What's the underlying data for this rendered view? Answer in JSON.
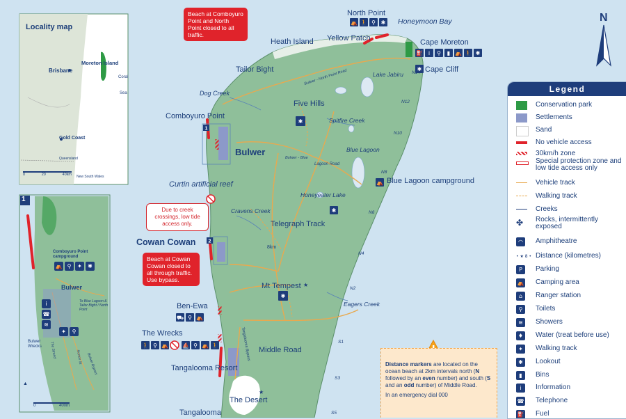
{
  "places": {
    "north_point": "North Point",
    "honeymoon_bay": "Honeymoon Bay",
    "heath_island": "Heath Island",
    "yellow_patch": "Yellow Patch",
    "cape_moreton": "Cape Moreton",
    "cape_cliff": "Cape Cliff",
    "tailor_bight": "Tailor Bight",
    "dog_creek": "Dog Creek",
    "lake_jabiru": "Lake Jabiru",
    "five_hills": "Five Hills",
    "spitfire_creek": "Spitfire Creek",
    "comboyuro_point": "Comboyuro Point",
    "bulwer": "Bulwer",
    "blue_lagoon": "Blue Lagoon",
    "lagoon_road": "Lagoon Road",
    "bulwer_north_point_road": "Bulwer - North Point Road",
    "bulwer_blue": "Bulwer - Blue",
    "blue_lagoon_campground": "Blue Lagoon campground",
    "curtin_artificial_reef": "Curtin artificial reef",
    "honeyeater_lake": "Honeyeater Lake",
    "cravens_creek": "Cravens Creek",
    "telegraph_track": "Telegraph Track",
    "cowan_cowan": "Cowan Cowan",
    "mt_tempest": "Mt Tempest",
    "ben_ewa": "Ben-Ewa",
    "eagers_creek": "Eagers Creek",
    "the_wrecks": "The Wrecks",
    "middle_road": "Middle Road",
    "tangalooma_resort": "Tangalooma Resort",
    "tangalooma_bypass": "Tangalooma Bypass",
    "the_desert": "The Desert",
    "tangalooma": "Tangalooma",
    "km_8": "8km",
    "markers": [
      "N14",
      "N12",
      "N10",
      "N8",
      "N6",
      "N4",
      "N2",
      "S1",
      "S3",
      "S5"
    ]
  },
  "warnings": {
    "comboyuro": "Beach at Comboyuro Point and North Point closed to all traffic.",
    "creek": "Due to creek crossings, low tide access only.",
    "cowan": "Beach at Cowan Cowan closed to all through traffic. Use bypass."
  },
  "locality": {
    "title": "Locality map",
    "moreton_island": "Moreton Island",
    "brisbane": "Brisbane",
    "gold_coast": "Gold Coast",
    "coral_sea": "Coral",
    "sea": "Sea",
    "queensland": "Queensland",
    "nsw": "New South Wales",
    "scale": [
      "0",
      "20",
      "40km"
    ]
  },
  "inset": {
    "number": "1",
    "marker_1": "1",
    "marker_2": "2",
    "campground": "Comboyuro Point campground",
    "bulwer": "Bulwer",
    "to_blue_lagoon": "To Blue Lagoon & Tailor Bight / North Point",
    "bulwer_wrecks": "Bulwer Wrecks",
    "the_strand": "The Strand",
    "bulwer_bypass": "Bulwer Bypass",
    "norton_st": "Norton St",
    "scale": [
      "0",
      "400m"
    ]
  },
  "north_label": "N",
  "legend": {
    "title": "Legend",
    "items": [
      {
        "label": "Conservation park",
        "symbol": "green-fill"
      },
      {
        "label": "Settlements",
        "symbol": "purple-fill"
      },
      {
        "label": "Sand",
        "symbol": "white-fill"
      },
      {
        "label": "No vehicle access",
        "symbol": "red-line"
      },
      {
        "label": "30km/h zone",
        "symbol": "hatch-line"
      },
      {
        "label": "Special protection zone and low tide access only",
        "symbol": "outline-line"
      },
      {
        "label": "Vehicle track",
        "symbol": "orange-line"
      },
      {
        "label": "Walking track",
        "symbol": "orange-dash"
      },
      {
        "label": "Creeks",
        "symbol": "blue-line"
      },
      {
        "label": "Rocks, intermittently exposed",
        "symbol": "rocks"
      },
      {
        "label": "Amphitheatre",
        "symbol": "amphitheatre-icon"
      },
      {
        "label": "Distance (kilometres)",
        "symbol": "distance-icon"
      },
      {
        "label": "Parking",
        "symbol": "parking-icon"
      },
      {
        "label": "Camping area",
        "symbol": "camping-icon"
      },
      {
        "label": "Ranger station",
        "symbol": "ranger-icon"
      },
      {
        "label": "Toilets",
        "symbol": "toilets-icon"
      },
      {
        "label": "Showers",
        "symbol": "showers-icon"
      },
      {
        "label": "Water (treat before use)",
        "symbol": "water-icon"
      },
      {
        "label": "Walking track",
        "symbol": "walking-icon"
      },
      {
        "label": "Lookout",
        "symbol": "lookout-icon"
      },
      {
        "label": "Bins",
        "symbol": "bins-icon"
      },
      {
        "label": "Information",
        "symbol": "info-icon"
      },
      {
        "label": "Telephone",
        "symbol": "telephone-icon"
      },
      {
        "label": "Fuel",
        "symbol": "fuel-icon"
      }
    ]
  },
  "note": {
    "bold": "Distance markers",
    "text1": " are located on the ocean beach at 2km intervals north (",
    "n": "N",
    "text2": " followed by an ",
    "even": "even",
    "text3": " number) and south (",
    "s": "S",
    "text4": " and an ",
    "odd": "odd",
    "text5": " number) of Middle Road.",
    "emergency": "In an emergency dial 000"
  },
  "colors": {
    "water": "#cfe3f1",
    "land": "#8fbf9a",
    "navy": "#1e3d7b",
    "red": "#e0232b",
    "track": "#e8a94f"
  }
}
